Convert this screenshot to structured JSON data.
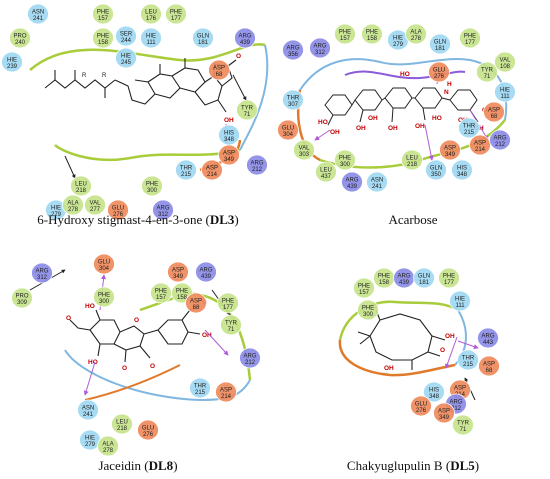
{
  "panels": [
    {
      "caption": {
        "prefix": "6-Hydroxy stigmast-4-en-3-one (",
        "code": "DL3",
        "suffix": ")"
      },
      "residues": [
        {
          "name": "ASN",
          "num": "241",
          "color": "#9fd9f3"
        },
        {
          "name": "PRO",
          "num": "240",
          "color": "#c6e48b"
        },
        {
          "name": "HIE",
          "num": "239",
          "color": "#9fd9f3"
        },
        {
          "name": "PHE",
          "num": "157",
          "color": "#c6e48b"
        },
        {
          "name": "PHE",
          "num": "158",
          "color": "#c6e48b"
        },
        {
          "name": "SER",
          "num": "244",
          "color": "#9fd9f3"
        },
        {
          "name": "HIE",
          "num": "245",
          "color": "#9fd9f3"
        },
        {
          "name": "LEU",
          "num": "176",
          "color": "#c6e48b"
        },
        {
          "name": "HIE",
          "num": "111",
          "color": "#9fd9f3"
        },
        {
          "name": "PHE",
          "num": "177",
          "color": "#c6e48b"
        },
        {
          "name": "GLN",
          "num": "181",
          "color": "#9fd9f3"
        },
        {
          "name": "ASP",
          "num": "68",
          "color": "#f08a5d"
        },
        {
          "name": "ARG",
          "num": "439",
          "color": "#8c8ce8"
        },
        {
          "name": "TYR",
          "num": "71",
          "color": "#c6e48b"
        },
        {
          "name": "HIS",
          "num": "348",
          "color": "#9fd9f3"
        },
        {
          "name": "ASP",
          "num": "349",
          "color": "#f08a5d"
        },
        {
          "name": "ASP",
          "num": "214",
          "color": "#f08a5d"
        },
        {
          "name": "THR",
          "num": "215",
          "color": "#9fd9f3"
        },
        {
          "name": "ARG",
          "num": "212",
          "color": "#8c8ce8"
        },
        {
          "name": "LEU",
          "num": "218",
          "color": "#c6e48b"
        },
        {
          "name": "HIE",
          "num": "279",
          "color": "#9fd9f3"
        },
        {
          "name": "ALA",
          "num": "278",
          "color": "#c6e48b"
        },
        {
          "name": "VAL",
          "num": "277",
          "color": "#c6e48b"
        },
        {
          "name": "GLU",
          "num": "276",
          "color": "#f08a5d"
        },
        {
          "name": "PHE",
          "num": "300",
          "color": "#c6e48b"
        },
        {
          "name": "ARG",
          "num": "312",
          "color": "#8c8ce8"
        }
      ],
      "atoms": [
        "R",
        "R",
        "O",
        "OH"
      ]
    },
    {
      "caption": {
        "prefix": "Acarbose",
        "code": "",
        "suffix": ""
      },
      "residues": [
        {
          "name": "ARG",
          "num": "356",
          "color": "#8c8ce8"
        },
        {
          "name": "ARG",
          "num": "312",
          "color": "#8c8ce8"
        },
        {
          "name": "PHE",
          "num": "157",
          "color": "#c6e48b"
        },
        {
          "name": "PHE",
          "num": "158",
          "color": "#c6e48b"
        },
        {
          "name": "HIE",
          "num": "279",
          "color": "#9fd9f3"
        },
        {
          "name": "ALA",
          "num": "278",
          "color": "#c6e48b"
        },
        {
          "name": "GLN",
          "num": "181",
          "color": "#9fd9f3"
        },
        {
          "name": "GLU",
          "num": "276",
          "color": "#f08a5d"
        },
        {
          "name": "PHE",
          "num": "177",
          "color": "#c6e48b"
        },
        {
          "name": "TYR",
          "num": "71",
          "color": "#c6e48b"
        },
        {
          "name": "VAL",
          "num": "108",
          "color": "#c6e48b"
        },
        {
          "name": "HIE",
          "num": "111",
          "color": "#9fd9f3"
        },
        {
          "name": "THR",
          "num": "307",
          "color": "#9fd9f3"
        },
        {
          "name": "GLU",
          "num": "304",
          "color": "#f08a5d"
        },
        {
          "name": "VAL",
          "num": "303",
          "color": "#c6e48b"
        },
        {
          "name": "PHE",
          "num": "300",
          "color": "#c6e48b"
        },
        {
          "name": "LEU",
          "num": "437",
          "color": "#c6e48b"
        },
        {
          "name": "ARG",
          "num": "439",
          "color": "#8c8ce8"
        },
        {
          "name": "ASN",
          "num": "241",
          "color": "#9fd9f3"
        },
        {
          "name": "LEU",
          "num": "218",
          "color": "#c6e48b"
        },
        {
          "name": "GLN",
          "num": "350",
          "color": "#9fd9f3"
        },
        {
          "name": "ASP",
          "num": "349",
          "color": "#f08a5d"
        },
        {
          "name": "HIS",
          "num": "348",
          "color": "#9fd9f3"
        },
        {
          "name": "THR",
          "num": "215",
          "color": "#9fd9f3"
        },
        {
          "name": "ASP",
          "num": "214",
          "color": "#f08a5d"
        },
        {
          "name": "ARG",
          "num": "212",
          "color": "#8c8ce8"
        },
        {
          "name": "ASP",
          "num": "68",
          "color": "#f08a5d"
        }
      ],
      "atoms": [
        "HO",
        "OH",
        "OH",
        "OH",
        "OH",
        "HO",
        "OH",
        "HO",
        "OH",
        "N",
        "H",
        "OH",
        "OH"
      ]
    },
    {
      "caption": {
        "prefix": "Jaceidin (",
        "code": "DL8",
        "suffix": ")"
      },
      "residues": [
        {
          "name": "ARG",
          "num": "312",
          "color": "#8c8ce8"
        },
        {
          "name": "PRO",
          "num": "309",
          "color": "#c6e48b"
        },
        {
          "name": "GLU",
          "num": "304",
          "color": "#f08a5d"
        },
        {
          "name": "PHE",
          "num": "300",
          "color": "#c6e48b"
        },
        {
          "name": "ASP",
          "num": "349",
          "color": "#f08a5d"
        },
        {
          "name": "PHE",
          "num": "157",
          "color": "#c6e48b"
        },
        {
          "name": "PHE",
          "num": "158",
          "color": "#c6e48b"
        },
        {
          "name": "ARG",
          "num": "439",
          "color": "#8c8ce8"
        },
        {
          "name": "ASP",
          "num": "68",
          "color": "#f08a5d"
        },
        {
          "name": "PHE",
          "num": "177",
          "color": "#c6e48b"
        },
        {
          "name": "TYR",
          "num": "71",
          "color": "#c6e48b"
        },
        {
          "name": "ARG",
          "num": "212",
          "color": "#8c8ce8"
        },
        {
          "name": "ASP",
          "num": "214",
          "color": "#f08a5d"
        },
        {
          "name": "THR",
          "num": "215",
          "color": "#9fd9f3"
        },
        {
          "name": "ASN",
          "num": "241",
          "color": "#9fd9f3"
        },
        {
          "name": "LEU",
          "num": "218",
          "color": "#c6e48b"
        },
        {
          "name": "GLU",
          "num": "276",
          "color": "#f08a5d"
        },
        {
          "name": "HIE",
          "num": "279",
          "color": "#9fd9f3"
        },
        {
          "name": "ALA",
          "num": "278",
          "color": "#c6e48b"
        }
      ],
      "atoms": [
        "HO",
        "O",
        "O",
        "HO",
        "O",
        "O",
        "OH",
        "O"
      ]
    },
    {
      "caption": {
        "prefix": "Chakyuglupulin B (",
        "code": "DL5",
        "suffix": ")"
      },
      "residues": [
        {
          "name": "PHE",
          "num": "158",
          "color": "#c6e48b"
        },
        {
          "name": "PHE",
          "num": "157",
          "color": "#c6e48b"
        },
        {
          "name": "ARG",
          "num": "439",
          "color": "#8c8ce8"
        },
        {
          "name": "GLN",
          "num": "181",
          "color": "#9fd9f3"
        },
        {
          "name": "PHE",
          "num": "177",
          "color": "#c6e48b"
        },
        {
          "name": "PHE",
          "num": "300",
          "color": "#c6e48b"
        },
        {
          "name": "HIE",
          "num": "111",
          "color": "#9fd9f3"
        },
        {
          "name": "ARG",
          "num": "443",
          "color": "#8c8ce8"
        },
        {
          "name": "THR",
          "num": "215",
          "color": "#9fd9f3"
        },
        {
          "name": "ASP",
          "num": "68",
          "color": "#f08a5d"
        },
        {
          "name": "ASP",
          "num": "214",
          "color": "#f08a5d"
        },
        {
          "name": "HIS",
          "num": "348",
          "color": "#9fd9f3"
        },
        {
          "name": "ARG",
          "num": "212",
          "color": "#8c8ce8"
        },
        {
          "name": "GLU",
          "num": "276",
          "color": "#f08a5d"
        },
        {
          "name": "ASP",
          "num": "349",
          "color": "#f08a5d"
        },
        {
          "name": "TYR",
          "num": "71",
          "color": "#c6e48b"
        }
      ],
      "atoms": [
        "O",
        "OH",
        "OH",
        "O"
      ]
    }
  ]
}
